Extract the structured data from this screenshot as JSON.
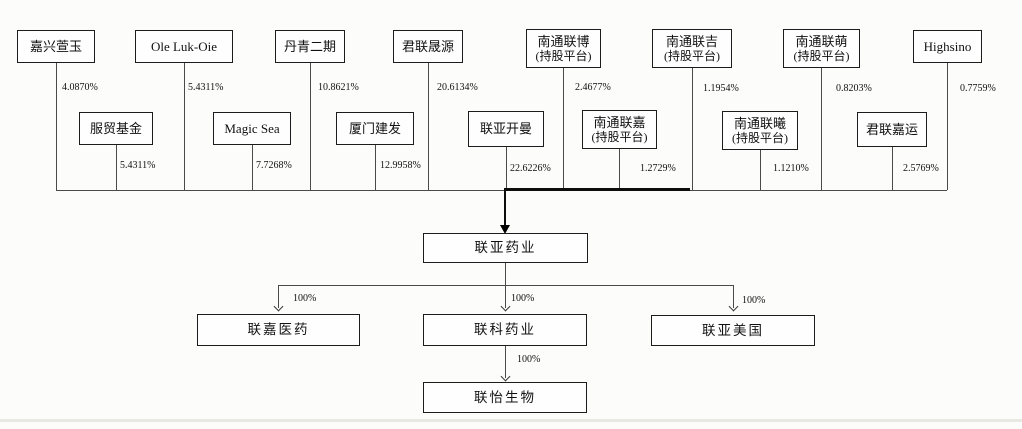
{
  "diagram": {
    "row1": [
      {
        "name": "嘉兴萱玉",
        "pct": "4.0870%"
      },
      {
        "name": "Ole Luk-Oie",
        "pct": "5.4311%"
      },
      {
        "name": "丹青二期",
        "pct": "10.8621%"
      },
      {
        "name": "君联晟源",
        "pct": "20.6134%"
      },
      {
        "name": "南通联博",
        "sub": "(持股平台)",
        "pct": "2.4677%"
      },
      {
        "name": "南通联吉",
        "sub": "(持股平台)",
        "pct": "1.1954%"
      },
      {
        "name": "南通联萌",
        "sub": "(持股平台)",
        "pct": "0.8203%"
      },
      {
        "name": "Highsino",
        "pct": "0.7759%"
      }
    ],
    "row2": [
      {
        "name": "服贸基金",
        "pct": "5.4311%"
      },
      {
        "name": "Magic Sea",
        "pct": "7.7268%"
      },
      {
        "name": "厦门建发",
        "pct": "12.9958%"
      },
      {
        "name": "联亚开曼",
        "pct": "22.6226%"
      },
      {
        "name": "南通联嘉",
        "sub": "(持股平台)",
        "pct": "1.2729%"
      },
      {
        "name": "南通联曦",
        "sub": "(持股平台)",
        "pct": "1.1210%"
      },
      {
        "name": "君联嘉运",
        "pct": "2.5769%"
      }
    ],
    "company": {
      "name": "联亚药业"
    },
    "subsidiaries": [
      {
        "name": "联嘉医药",
        "pct": "100%"
      },
      {
        "name": "联科药业",
        "pct": "100%"
      },
      {
        "name": "联亚美国",
        "pct": "100%"
      }
    ],
    "grandchild": {
      "name": "联怡生物",
      "pct": "100%"
    }
  }
}
